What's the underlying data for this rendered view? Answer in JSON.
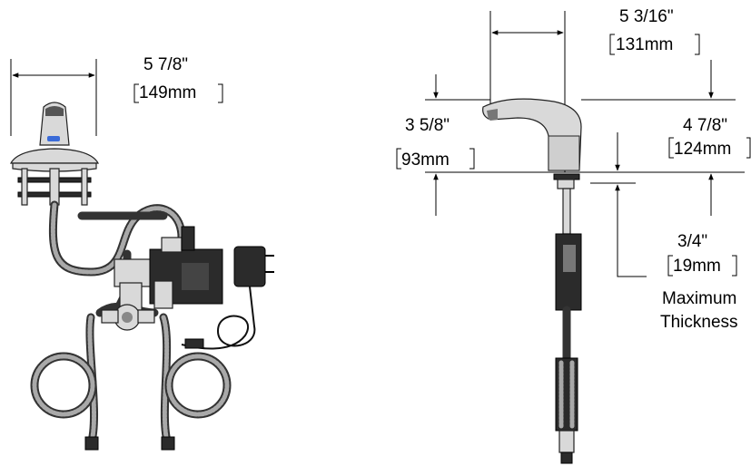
{
  "front_view": {
    "width_dim": {
      "inches": "5 7/8\"",
      "mm": "149mm"
    }
  },
  "side_view": {
    "reach_dim": {
      "inches": "5 3/16\"",
      "mm": "131mm"
    },
    "spout_height_dim": {
      "inches": "3 5/8\"",
      "mm": "93mm"
    },
    "overall_height_dim": {
      "inches": "4 7/8\"",
      "mm": "124mm"
    },
    "deck_thickness_dim": {
      "inches": "3/4\"",
      "mm": "19mm",
      "note_line1": "Maximum",
      "note_line2": "Thickness"
    }
  }
}
